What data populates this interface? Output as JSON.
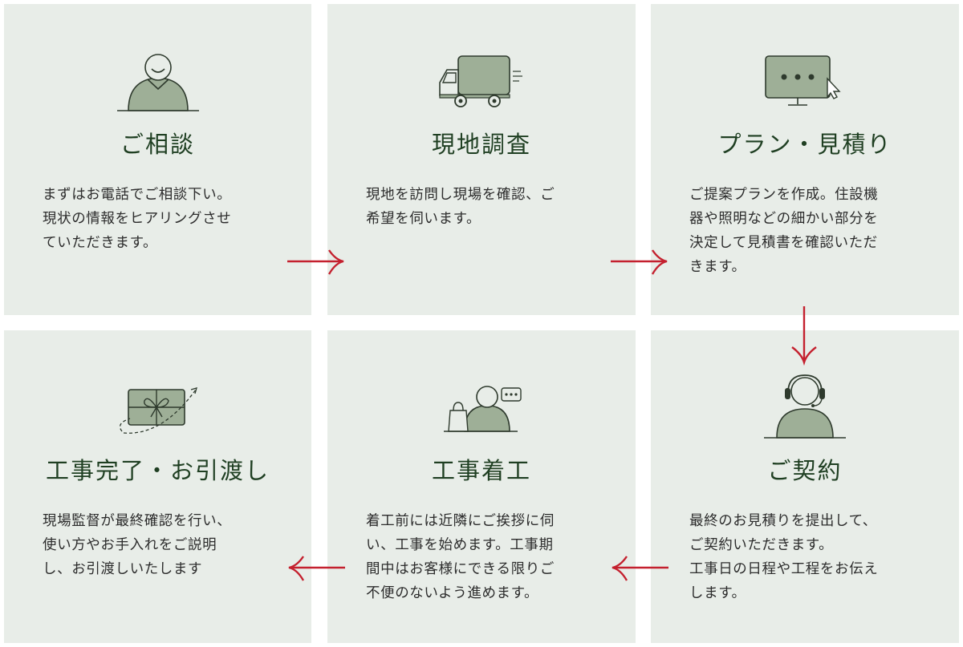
{
  "steps": [
    {
      "id": "consultation",
      "title": "ご相談",
      "lines": [
        "まずはお電話でご相談下い。",
        "現状の情報をヒアリングさせ",
        "ていただきます。"
      ],
      "icon": "person-icon"
    },
    {
      "id": "survey",
      "title": "現地調査",
      "lines": [
        "現地を訪問し現場を確認、ご",
        "希望を伺います。"
      ],
      "icon": "truck-icon"
    },
    {
      "id": "plan",
      "title": "プラン・見積り",
      "lines": [
        "ご提案プランを作成。住設機",
        "器や照明などの細かい部分を",
        "決定して見積書を確認いただ",
        "きます。"
      ],
      "icon": "monitor-icon"
    },
    {
      "id": "contract",
      "title": "ご契約",
      "lines": [
        "最終のお見積りを提出して、",
        "ご契約いただきます。",
        "工事日の日程や工程をお伝え",
        "します。"
      ],
      "icon": "headset-person-icon"
    },
    {
      "id": "construction",
      "title": "工事着工",
      "lines": [
        "着工前には近隣にご挨拶に伺",
        "い、工事を始めます。工事期",
        "間中はお客様にできる限りご",
        "不便のないよう進めます。"
      ],
      "icon": "person-speech-icon"
    },
    {
      "id": "handover",
      "title": "工事完了・お引渡し",
      "lines": [
        "現場監督が最終確認を行い、",
        "使い方やお手入れをご説明",
        "し、お引渡しいたします"
      ],
      "icon": "gift-icon"
    }
  ],
  "colors": {
    "card_bg": "#e8ede8",
    "icon_fill": "#9eaf97",
    "icon_stroke": "#2e3a2d",
    "title": "#1f3f22",
    "arrow": "#c4202e"
  }
}
